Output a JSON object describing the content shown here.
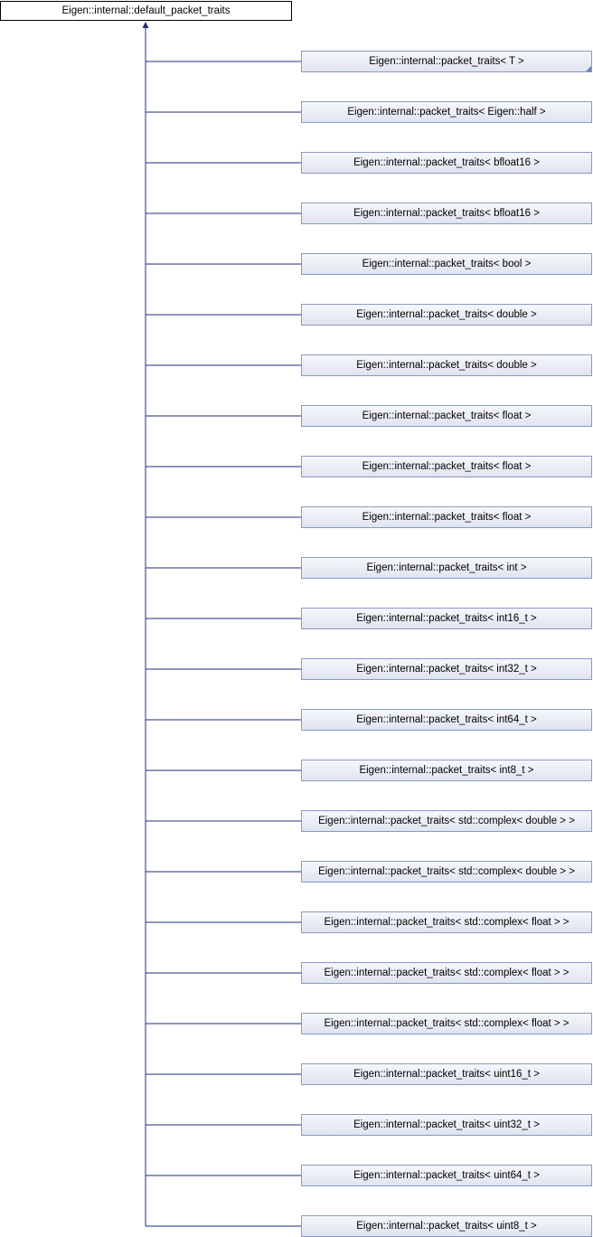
{
  "root": {
    "label": "Eigen::internal::default_packet_traits"
  },
  "children": [
    {
      "label": "Eigen::internal::packet_traits< T >",
      "folded_corner": true
    },
    {
      "label": "Eigen::internal::packet_traits< Eigen::half >"
    },
    {
      "label": "Eigen::internal::packet_traits< bfloat16 >"
    },
    {
      "label": "Eigen::internal::packet_traits< bfloat16 >"
    },
    {
      "label": "Eigen::internal::packet_traits< bool >"
    },
    {
      "label": "Eigen::internal::packet_traits< double >"
    },
    {
      "label": "Eigen::internal::packet_traits< double >"
    },
    {
      "label": "Eigen::internal::packet_traits< float >"
    },
    {
      "label": "Eigen::internal::packet_traits< float >"
    },
    {
      "label": "Eigen::internal::packet_traits< float >"
    },
    {
      "label": "Eigen::internal::packet_traits< int >"
    },
    {
      "label": "Eigen::internal::packet_traits< int16_t >"
    },
    {
      "label": "Eigen::internal::packet_traits< int32_t >"
    },
    {
      "label": "Eigen::internal::packet_traits< int64_t >"
    },
    {
      "label": "Eigen::internal::packet_traits< int8_t >"
    },
    {
      "label": "Eigen::internal::packet_traits< std::complex< double > >"
    },
    {
      "label": "Eigen::internal::packet_traits< std::complex< double > >"
    },
    {
      "label": "Eigen::internal::packet_traits< std::complex< float > >"
    },
    {
      "label": "Eigen::internal::packet_traits< std::complex< float > >"
    },
    {
      "label": "Eigen::internal::packet_traits< std::complex< float > >"
    },
    {
      "label": "Eigen::internal::packet_traits< uint16_t >"
    },
    {
      "label": "Eigen::internal::packet_traits< uint32_t >"
    },
    {
      "label": "Eigen::internal::packet_traits< uint64_t >"
    },
    {
      "label": "Eigen::internal::packet_traits< uint8_t >"
    }
  ],
  "colors": {
    "edge": "#1f2e7a",
    "child_border": "#8a9ac3",
    "root_border": "#000000"
  }
}
